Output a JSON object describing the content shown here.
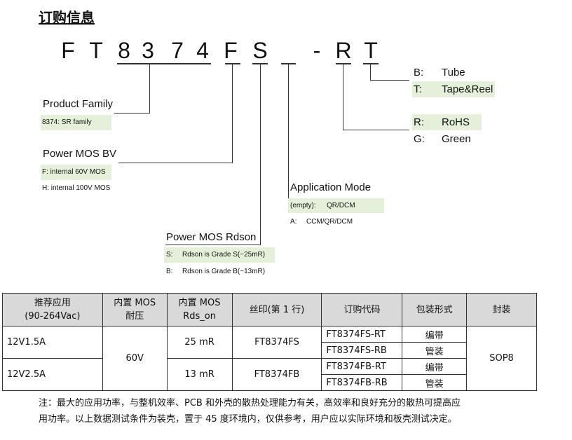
{
  "title": "订购信息",
  "part_number": {
    "chars": [
      "F",
      "T",
      "8",
      "3",
      "7",
      "4",
      "F",
      "S",
      "_",
      "-",
      "R",
      "T"
    ]
  },
  "product_family": {
    "header": "Product Family",
    "options": [
      "8374: SR family"
    ]
  },
  "power_mos_bv": {
    "header": "Power MOS BV",
    "options": [
      "F: internal 60V MOS",
      "H: internal 100V MOS"
    ]
  },
  "power_mos_rdson": {
    "header": "Power MOS Rdson",
    "options": [
      {
        "key": "S:",
        "text": "Rdson is Grade S(~25mR)"
      },
      {
        "key": "B:",
        "text": "Rdson is Grade B(~13mR)"
      }
    ]
  },
  "application_mode": {
    "header": "Application Mode",
    "options": [
      {
        "key": "(empty):",
        "text": "QR/DCM"
      },
      {
        "key": "A:",
        "text": "CCM/QR/DCM"
      }
    ]
  },
  "packing": {
    "options": [
      {
        "key": "B:",
        "text": "Tube"
      },
      {
        "key": "T:",
        "text": "Tape&Reel"
      }
    ]
  },
  "rohs": {
    "options": [
      {
        "key": "R:",
        "text": "RoHS"
      },
      {
        "key": "G:",
        "text": "Green"
      }
    ]
  },
  "table": {
    "headers": [
      [
        "推荐应用",
        "(90-264Vac)"
      ],
      [
        "内置 MOS",
        "耐压"
      ],
      [
        "内置 MOS",
        "Rds_on"
      ],
      [
        "丝印(第 1 行)"
      ],
      [
        "订购代码"
      ],
      [
        "包装形式"
      ],
      [
        "封装"
      ]
    ],
    "rows": {
      "app1": "12V1.5A",
      "app2": "12V2.5A",
      "voltage": "60V",
      "rds1": "25 mR",
      "rds2": "13 mR",
      "mark1": "FT8374FS",
      "mark2": "FT8374FB",
      "codes": [
        "FT8374FS-RT",
        "FT8374FS-RB",
        "FT8374FB-RT",
        "FT8374FB-RB"
      ],
      "packs": [
        "编带",
        "管装",
        "编带",
        "管装"
      ],
      "package": "SOP8"
    }
  },
  "note": {
    "line1": "注：最大的应用功率，与整机效率、PCB 和外壳的散热处理能力有关，高效率和良好充分的散热可提高应",
    "line2": "用功率。以上数据测试条件为装壳，置于 45 度环境内，仅供参考，用户应以实际环境和板壳测试决定。"
  }
}
